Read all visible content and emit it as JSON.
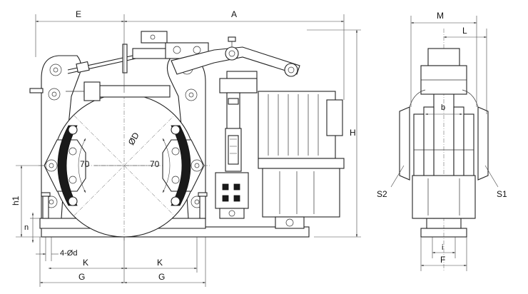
{
  "labels": {
    "E": "E",
    "A": "A",
    "M": "M",
    "L": "L",
    "H": "H",
    "h1": "h1",
    "n": "n",
    "D": "ØD",
    "angle_left": "70",
    "angle_right": "70",
    "d": "4-Ød",
    "K_left": "K",
    "K_right": "K",
    "G_left": "G",
    "G_right": "G",
    "b": "b",
    "S1": "S1",
    "S2": "S2",
    "i": "i",
    "F": "F"
  }
}
